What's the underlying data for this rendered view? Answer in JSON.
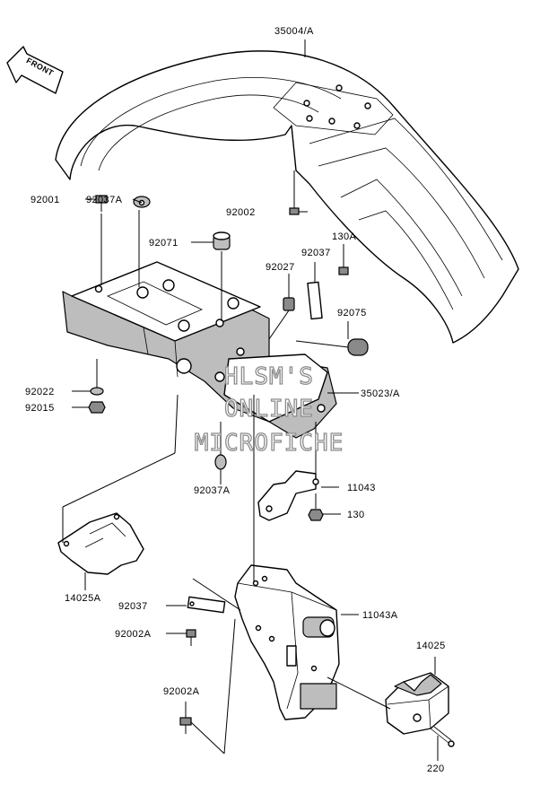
{
  "direction_label": "FRONT",
  "watermark": {
    "line1": "HLSM'S",
    "line2": "ONLINE",
    "line3": "MICROFICHE",
    "color": "#8c8c8c"
  },
  "labels": {
    "rear_fender": "35004/A",
    "bolt_92002": "92002",
    "clip_92037A_top": "92037A",
    "bolt_92001": "92001",
    "grommet_92071": "92071",
    "plate_92037": "92037",
    "nut_130A": "130A",
    "collar_92027": "92027",
    "grommet_92075": "92075",
    "washer_92022": "92022",
    "nut_92015": "92015",
    "flap_35023": "35023/A",
    "clip_92037A_low": "92037A",
    "bracket_11043": "11043",
    "nut_130": "130",
    "cover_14025A": "14025A",
    "plate_92037_low": "92037",
    "bolt_92002A_mid": "92002A",
    "bracket_11043A": "11043A",
    "cover_14025": "14025",
    "bolt_92002A_low": "92002A",
    "screw_220": "220"
  }
}
